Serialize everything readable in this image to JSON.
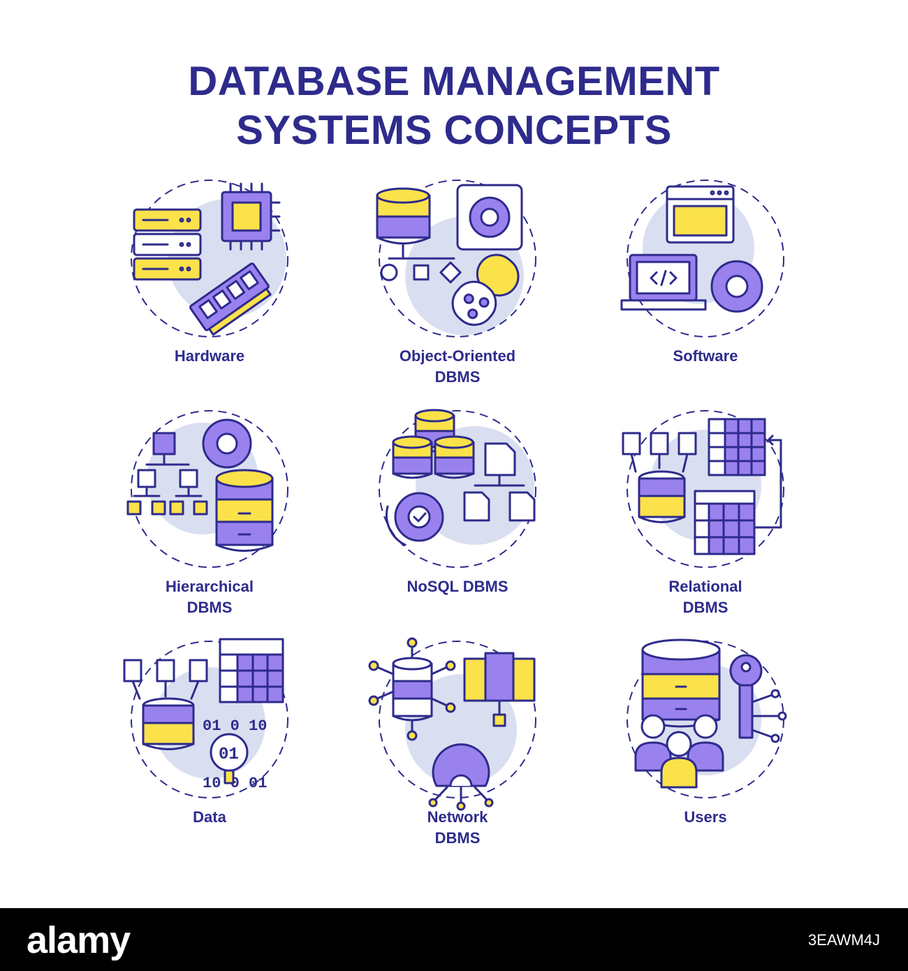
{
  "title": {
    "line1": "DATABASE MANAGEMENT",
    "line2": "SYSTEMS CONCEPTS"
  },
  "icons": [
    {
      "icon": "hardware-icon",
      "line1": "Hardware",
      "line2": ""
    },
    {
      "icon": "object-oriented-dbms-icon",
      "line1": "Object-Oriented",
      "line2": "DBMS"
    },
    {
      "icon": "software-icon",
      "line1": "Software",
      "line2": ""
    },
    {
      "icon": "hierarchical-dbms-icon",
      "line1": "Hierarchical",
      "line2": "DBMS"
    },
    {
      "icon": "nosql-dbms-icon",
      "line1": "NoSQL DBMS",
      "line2": ""
    },
    {
      "icon": "relational-dbms-icon",
      "line1": "Relational",
      "line2": "DBMS"
    },
    {
      "icon": "data-icon",
      "line1": "Data",
      "line2": ""
    },
    {
      "icon": "network-dbms-icon",
      "line1": "Network",
      "line2": "DBMS"
    },
    {
      "icon": "users-icon",
      "line1": "Users",
      "line2": ""
    }
  ],
  "footer": {
    "brand": "alamy",
    "stock_id": "3EAWM4J"
  },
  "colors": {
    "outline": "#2e2b8c",
    "purple": "#9a82ee",
    "yellow": "#fbe24a",
    "background_blob": "#d9dff0",
    "footer": "#000000"
  }
}
